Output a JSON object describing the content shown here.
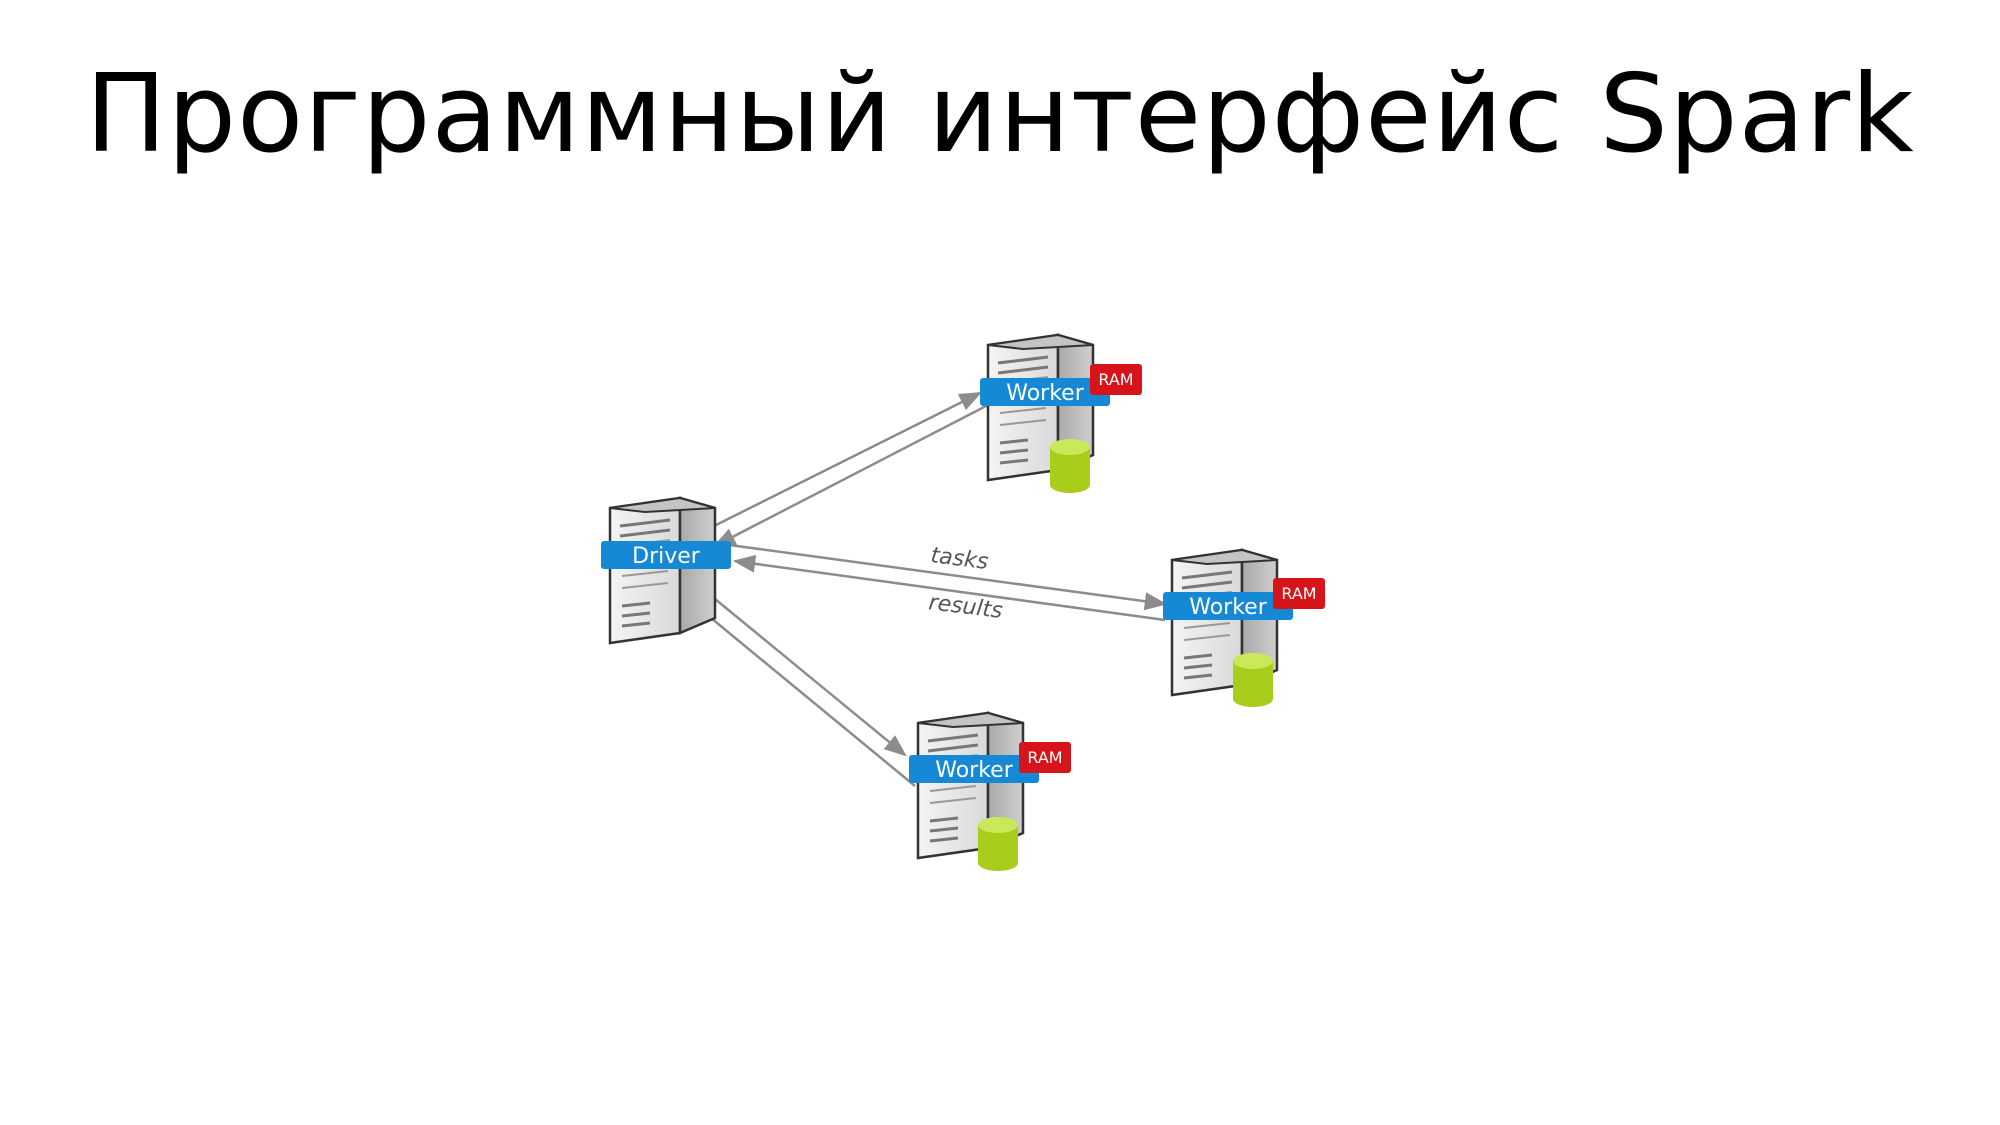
{
  "slide": {
    "title": "Программный интерфейс Spark"
  },
  "diagram": {
    "driver": {
      "label": "Driver",
      "icon": "server-icon"
    },
    "workers": [
      {
        "label": "Worker",
        "ram_label": "RAM",
        "icon": "server-icon",
        "storage_icon": "database-cylinder-icon"
      },
      {
        "label": "Worker",
        "ram_label": "RAM",
        "icon": "server-icon",
        "storage_icon": "database-cylinder-icon"
      },
      {
        "label": "Worker",
        "ram_label": "RAM",
        "icon": "server-icon",
        "storage_icon": "database-cylinder-icon"
      }
    ],
    "edge_labels": {
      "tasks": "tasks",
      "results": "results"
    },
    "colors": {
      "label_blue": "#1589d6",
      "ram_red": "#d8141b",
      "storage_green": "#a8cd1b",
      "storage_green_top": "#c9e85a",
      "arrow_gray": "#8c8c8c",
      "server_body": "#e8e8e8",
      "server_side": "#b9b9b9",
      "server_outline": "#333333"
    }
  }
}
